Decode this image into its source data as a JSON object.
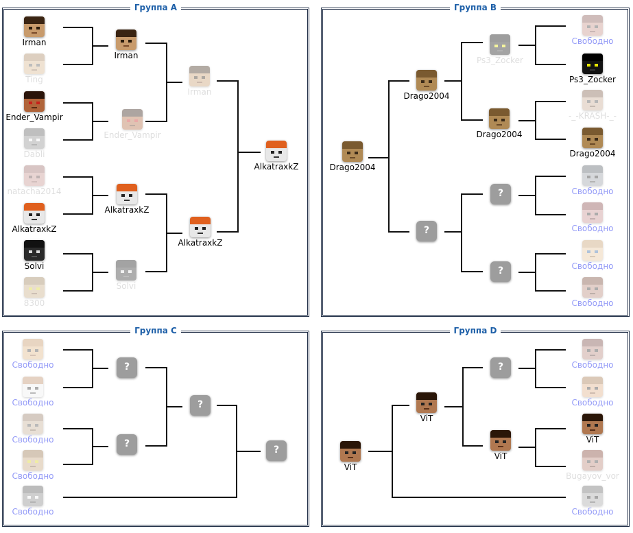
{
  "groups": {
    "a": {
      "title": "Группа A",
      "round1": [
        "Irman",
        "Ting",
        "Ender_Vampir",
        "Dabli",
        "natacha2014",
        "AlkatraxkZ",
        "Solvi",
        "8300"
      ],
      "round2": [
        "Irman",
        "Ender_Vampir",
        "AlkatraxkZ",
        "Solvi"
      ],
      "round3": [
        "Irman",
        "AlkatraxkZ"
      ],
      "winner": "AlkatraxkZ"
    },
    "b": {
      "title": "Группа B",
      "round1": [
        "Свободно",
        "Ps3_Zocker",
        "-_-KRASH-_-",
        "Drago2004",
        "Свободно",
        "Свободно",
        "Свободно",
        "Свободно"
      ],
      "round2": [
        "Ps3_Zocker",
        "Drago2004",
        "?",
        "?"
      ],
      "round3": [
        "Drago2004",
        "?"
      ],
      "winner": "Drago2004"
    },
    "c": {
      "title": "Группа C",
      "round1": [
        "Свободно",
        "Свободно",
        "Свободно",
        "Свободно",
        "Свободно"
      ],
      "round2": [
        "?",
        "?"
      ],
      "round3": [
        "?"
      ],
      "winner": "?"
    },
    "d": {
      "title": "Группа D",
      "round1": [
        "Свободно",
        "Свободно",
        "ViT",
        "Bugayov_vor",
        "Свободно"
      ],
      "round2": [
        "?",
        "ViT"
      ],
      "round3": [
        "ViT"
      ],
      "winner": "ViT"
    }
  },
  "unknown_symbol": "?",
  "colors": {
    "frame": "#24324a",
    "title": "#1d5fa8",
    "free_slot_text": "#6f79f5",
    "unknown_head": "#9d9d9d"
  }
}
